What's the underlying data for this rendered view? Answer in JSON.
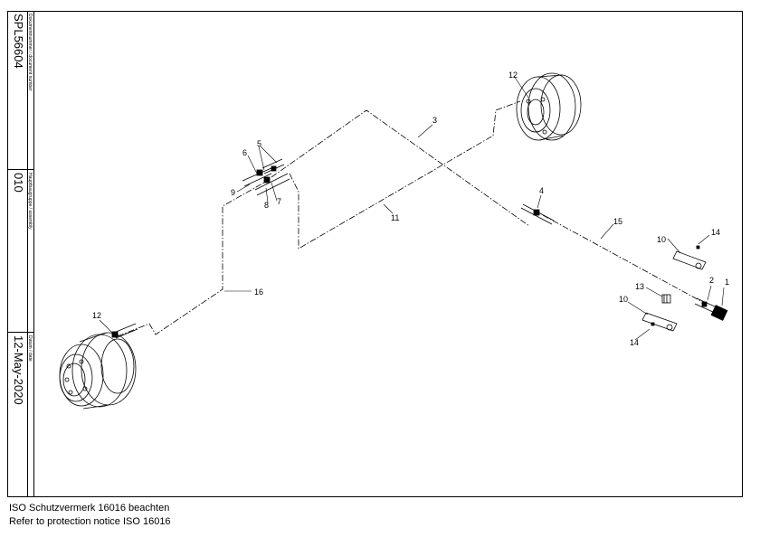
{
  "title_block": {
    "doc_number_label": "Dokumentnummer / document number",
    "doc_number": "SPL56604",
    "assembly_label": "Hauptbaugruppe / assembly",
    "assembly": "010",
    "date_label": "Datum / date",
    "date": "12-May-2020"
  },
  "footer": {
    "line1": "ISO Schutzvermerk 16016 beachten",
    "line2": "Refer to protection notice ISO 16016"
  },
  "callouts": {
    "c1": "1",
    "c2": "2",
    "c3": "3",
    "c4": "4",
    "c5": "5",
    "c6": "6",
    "c7": "7",
    "c8": "8",
    "c9": "9",
    "c10a": "10",
    "c10b": "10",
    "c11": "11",
    "c12a": "12",
    "c12b": "12",
    "c13": "13",
    "c14a": "14",
    "c14b": "14",
    "c15": "15",
    "c16": "16"
  }
}
